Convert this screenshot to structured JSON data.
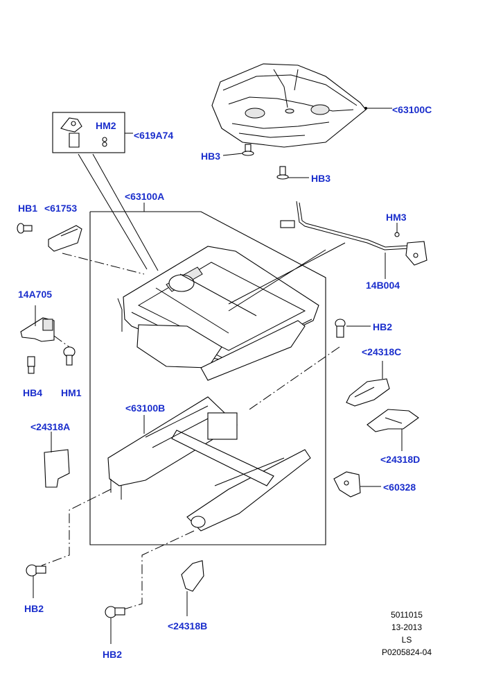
{
  "labels": {
    "c63100C": "<63100C",
    "HM2": "HM2",
    "c619A74": "<619A74",
    "HB3_a": "HB3",
    "HB3_b": "HB3",
    "c63100A": "<63100A",
    "HB1": "HB1",
    "c61753": "<61753",
    "HM3": "HM3",
    "c14B004": "14B004",
    "c14A705": "14A705",
    "HB2_a": "HB2",
    "c24318C": "<24318C",
    "HB4": "HB4",
    "HM1": "HM1",
    "c63100B": "<63100B",
    "c24318A": "<24318A",
    "c24318D": "<24318D",
    "c60328": "<60328",
    "HB2_b": "HB2",
    "HB2_c": "HB2",
    "c24318B": "<24318B"
  },
  "info": {
    "line1": "5011015",
    "line2": "13-2013",
    "line3": "LS",
    "line4": "P0205824-04"
  },
  "colors": {
    "label": "#1a2ecc",
    "line": "#000000",
    "background": "#ffffff"
  }
}
